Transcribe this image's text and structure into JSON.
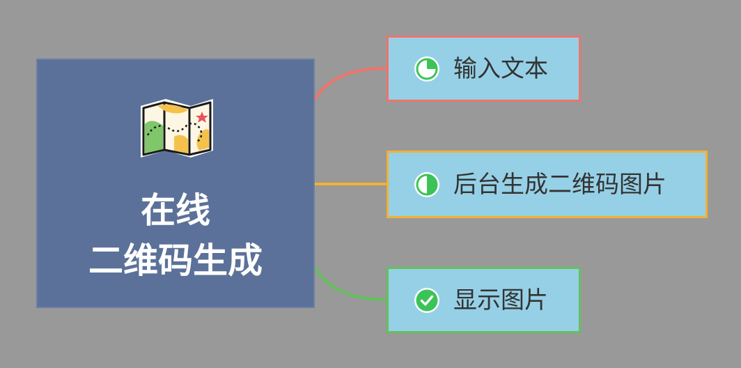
{
  "central": {
    "title_line1": "在线",
    "title_line2": "二维码生成",
    "icon": "folded-map-icon"
  },
  "branches": [
    {
      "label": "输入文本",
      "icon": "progress-quarter-icon",
      "progress": 0.25,
      "color": "#f0736b"
    },
    {
      "label": "后台生成二维码图片",
      "icon": "progress-half-icon",
      "progress": 0.5,
      "color": "#f2b134"
    },
    {
      "label": "显示图片",
      "icon": "check-icon",
      "progress": 1.0,
      "color": "#62c25b"
    }
  ],
  "colors": {
    "background": "#999999",
    "central_fill": "#5b7199",
    "branch_fill": "#96d0e6",
    "progress_green": "#3cc358"
  }
}
